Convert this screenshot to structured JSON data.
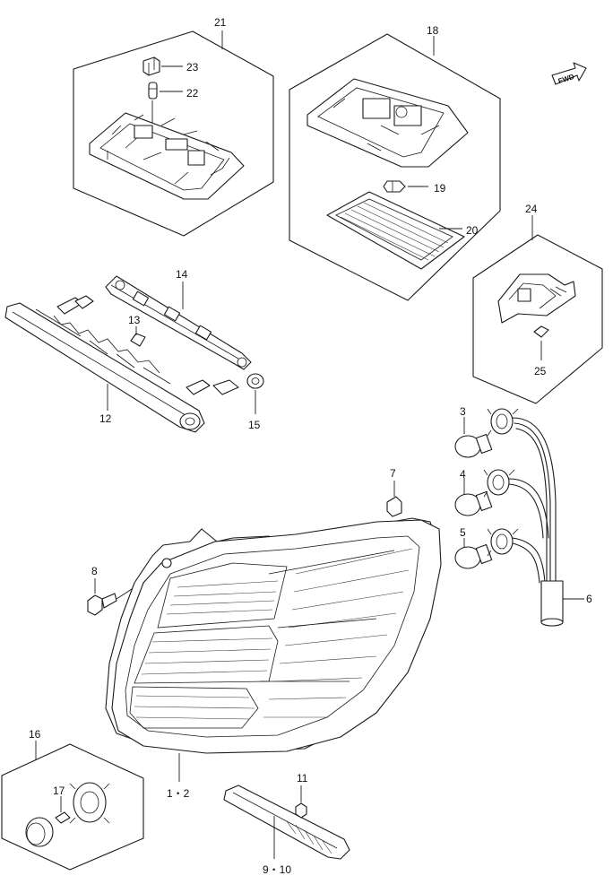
{
  "callouts": {
    "c21": "21",
    "c23": "23",
    "c22": "22",
    "c18": "18",
    "c19": "19",
    "c20": "20",
    "c24": "24",
    "c25": "25",
    "c14": "14",
    "c13": "13",
    "c12": "12",
    "c15": "15",
    "c3": "3",
    "c4": "4",
    "c5": "5",
    "c6": "6",
    "c7": "7",
    "c8": "8",
    "c16": "16",
    "c17": "17",
    "c12b": "1・2",
    "c11": "11",
    "c910": "9・10"
  },
  "fwd_label": "FWD"
}
